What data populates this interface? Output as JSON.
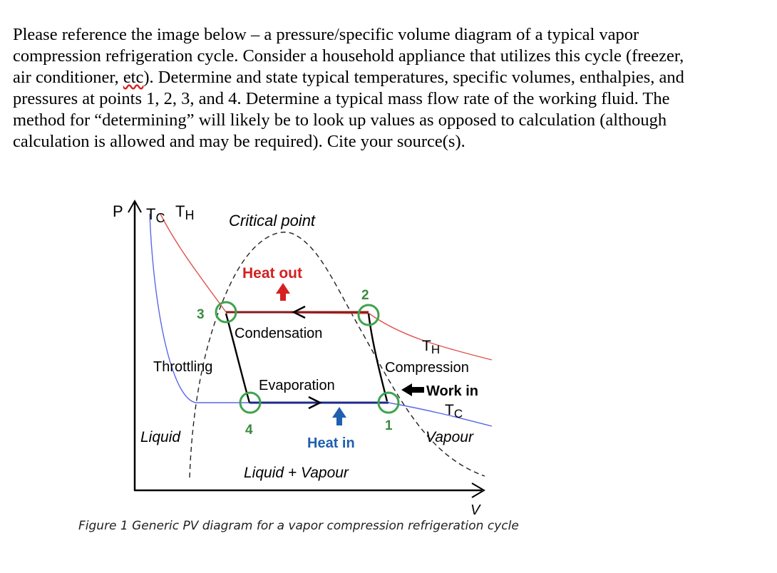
{
  "question": {
    "line1": "Please reference the image below – a pressure/specific volume diagram of a typical vapor",
    "line2": "compression refrigeration cycle. Consider a household appliance that utilizes this cycle (freezer,",
    "line3a": "air conditioner, ",
    "line3_misspelled": "etc",
    "line3b": "). Determine and state typical temperatures, specific volumes, enthalpies, and",
    "line4": "pressures at points 1, 2, 3, and 4. Determine a typical mass flow rate of the working fluid. The",
    "line5": "method for “determining” will likely be to look up values as opposed to calculation (although",
    "line6": "calculation is allowed and may be required). Cite your source(s)."
  },
  "diagram": {
    "axis_p": "P",
    "axis_v": "V",
    "isotherm_tc_top": "T",
    "isotherm_tc_top_sub": "C",
    "isotherm_th_top": "T",
    "isotherm_th_top_sub": "H",
    "critical_point": "Critical point",
    "heat_out": "Heat out",
    "heat_in": "Heat in",
    "condensation": "Condensation",
    "evaporation": "Evaporation",
    "throttling": "Throttling",
    "compression": "Compression",
    "work_in": "Work in",
    "th_right": "T",
    "th_right_sub": "H",
    "tc_right": "T",
    "tc_right_sub": "C",
    "liquid": "Liquid",
    "vapour": "Vapour",
    "liquid_vapour": "Liquid + Vapour",
    "point_labels": [
      "1",
      "2",
      "3",
      "4"
    ]
  },
  "colors": {
    "th_isotherm": "#e0554f",
    "tc_isotherm": "#5b67e8",
    "cycle_top": "#8b1a1a",
    "cycle_bottom": "#1c2a8c",
    "point_circle": "#3fa34d",
    "point_label": "#3a8a3f",
    "heat_out": "#d42020",
    "heat_in": "#1f5fb0"
  },
  "caption": "Figure 1 Generic PV diagram for a vapor compression refrigeration cycle"
}
